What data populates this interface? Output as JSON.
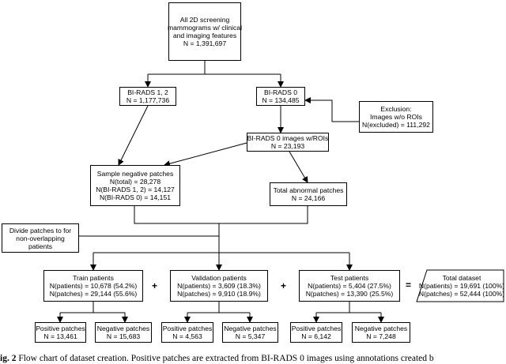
{
  "nodes": {
    "all": [
      "All 2D screening",
      "mammograms w/ clinical",
      "and imaging features",
      "N = 1,391,697"
    ],
    "birads12": [
      "BI-RADS 1, 2",
      "N = 1,177,736"
    ],
    "birads0": [
      "BI-RADS 0",
      "N = 134,485"
    ],
    "exclusion": [
      "Exclusion:",
      "Images w/o ROIs",
      "N(excluded) = 111,292"
    ],
    "birads0_rois": [
      "BI-RADS 0 images w/ROIs",
      "N = 23,193"
    ],
    "sample_neg": [
      "Sample negative patches",
      "N(total) = 28,278",
      "N(BI-RADS 1, 2) = 14,127",
      "N(BI-RADS 0) = 14,151"
    ],
    "total_abnormal": [
      "Total abnormal patches",
      "N = 24,166"
    ],
    "divide": [
      "Divide patches to for",
      "non-overlapping",
      "patients"
    ],
    "train": [
      "Train patients",
      "N(patients) = 10,678 (54.2%)",
      "N(patches) = 29,144 (55.6%)"
    ],
    "validation": [
      "Validation patients",
      "N(patients) = 3,609 (18.3%)",
      "N(patches) = 9,910 (18.9%)"
    ],
    "test": [
      "Test patients",
      "N(patients) = 5,404 (27.5%)",
      "N(patches) = 13,390 (25.5%)"
    ],
    "total_dataset": [
      "Total dataset",
      "N(patients) = 19,691 (100%)",
      "N(patches) = 52,444 (100%)"
    ],
    "train_pos": [
      "Positive patches",
      "N = 13,461"
    ],
    "train_neg": [
      "Negative patches",
      "N = 15,683"
    ],
    "val_pos": [
      "Positive patches",
      "N = 4,563"
    ],
    "val_neg": [
      "Negative patches",
      "N = 5,347"
    ],
    "test_pos": [
      "Positive patches",
      "N = 6,142"
    ],
    "test_neg": [
      "Negative patches",
      "N = 7,248"
    ]
  },
  "operators": {
    "plus1": "+",
    "plus2": "+",
    "equals": "="
  },
  "caption": {
    "label": "ig. 2",
    "text": " Flow chart of dataset creation. Positive patches are extracted from BI-RADS 0 images using annotations created b"
  }
}
